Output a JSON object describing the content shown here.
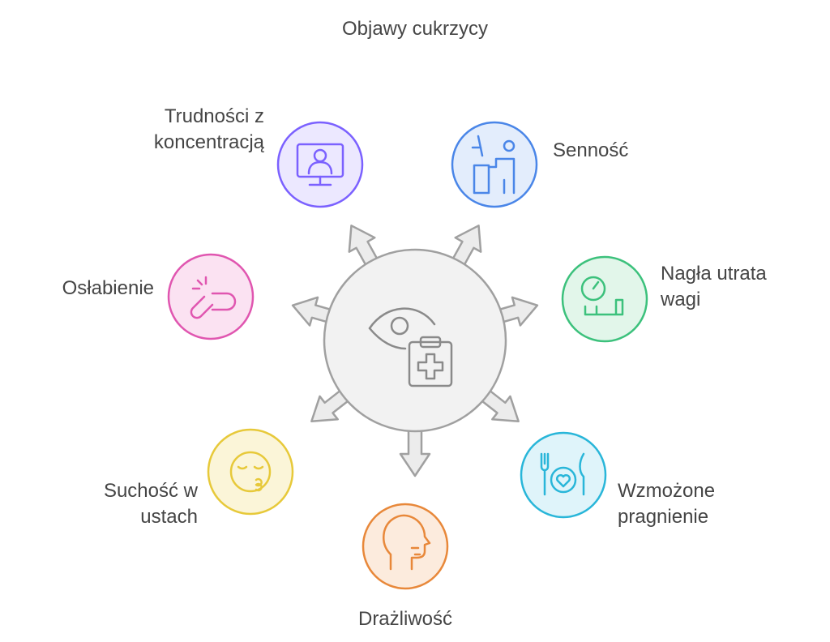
{
  "title": "Objawy cukrzycy",
  "center": {
    "icon": "eye-clipboard-medical-icon",
    "fill": "#f2f2f2",
    "stroke": "#a0a0a0"
  },
  "symptoms": [
    {
      "key": "trudnosci",
      "lines": [
        "Trudności z",
        "koncentracją"
      ],
      "icon": "monitor-person-icon",
      "color": "#7b61ff",
      "bg": "#ece8ff"
    },
    {
      "key": "sennosc",
      "lines": [
        "Senność"
      ],
      "icon": "desk-sleeping-person-icon",
      "color": "#4a86e8",
      "bg": "#e3edfc"
    },
    {
      "key": "nagla",
      "lines": [
        "Nagła utrata",
        "wagi"
      ],
      "icon": "scale-weight-icon",
      "color": "#3cc17c",
      "bg": "#e2f6ea"
    },
    {
      "key": "wzmozone",
      "lines": [
        "Wzmożone",
        "pragnienie"
      ],
      "icon": "fork-plate-knife-icon",
      "color": "#29b6d9",
      "bg": "#dff4fa"
    },
    {
      "key": "drazliwosc",
      "lines": [
        "Drażliwość"
      ],
      "icon": "head-profile-icon",
      "color": "#e8883a",
      "bg": "#fcebdd"
    },
    {
      "key": "suchosc",
      "lines": [
        "Suchość w",
        "ustach"
      ],
      "icon": "sleepy-face-icon",
      "color": "#e7c93a",
      "bg": "#fbf5d8"
    },
    {
      "key": "oslabienie",
      "lines": [
        "Osłabienie"
      ],
      "icon": "broken-link-icon",
      "color": "#e056b0",
      "bg": "#fbe2f2"
    }
  ]
}
